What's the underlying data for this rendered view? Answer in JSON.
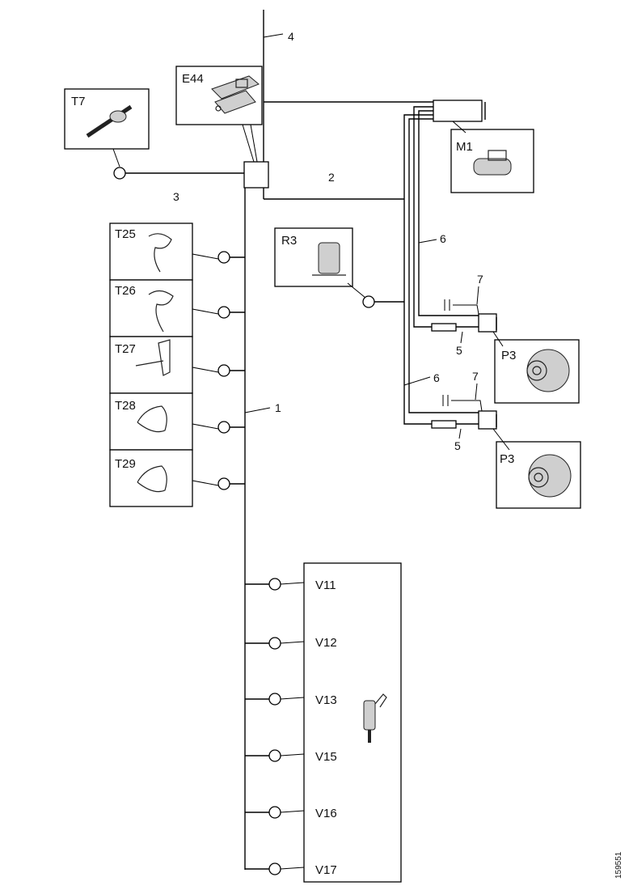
{
  "components": {
    "e44": "E44",
    "t7": "T7",
    "m1": "M1",
    "r3": "R3",
    "t25a": "T25",
    "t25b": "T26",
    "t27": "T27",
    "t28": "T28",
    "t29": "T29",
    "p3a": "P3",
    "p3b": "P3",
    "v11": "V11",
    "v12": "V12",
    "v13": "V13",
    "v15": "V15",
    "v16": "V16",
    "v17": "V17"
  },
  "callouts": {
    "c1": "1",
    "c2": "2",
    "c3": "3",
    "c4": "4",
    "c5a": "5",
    "c5b": "5",
    "c6a": "6",
    "c6b": "6",
    "c7a": "7",
    "c7b": "7"
  },
  "figure_id": "159551"
}
